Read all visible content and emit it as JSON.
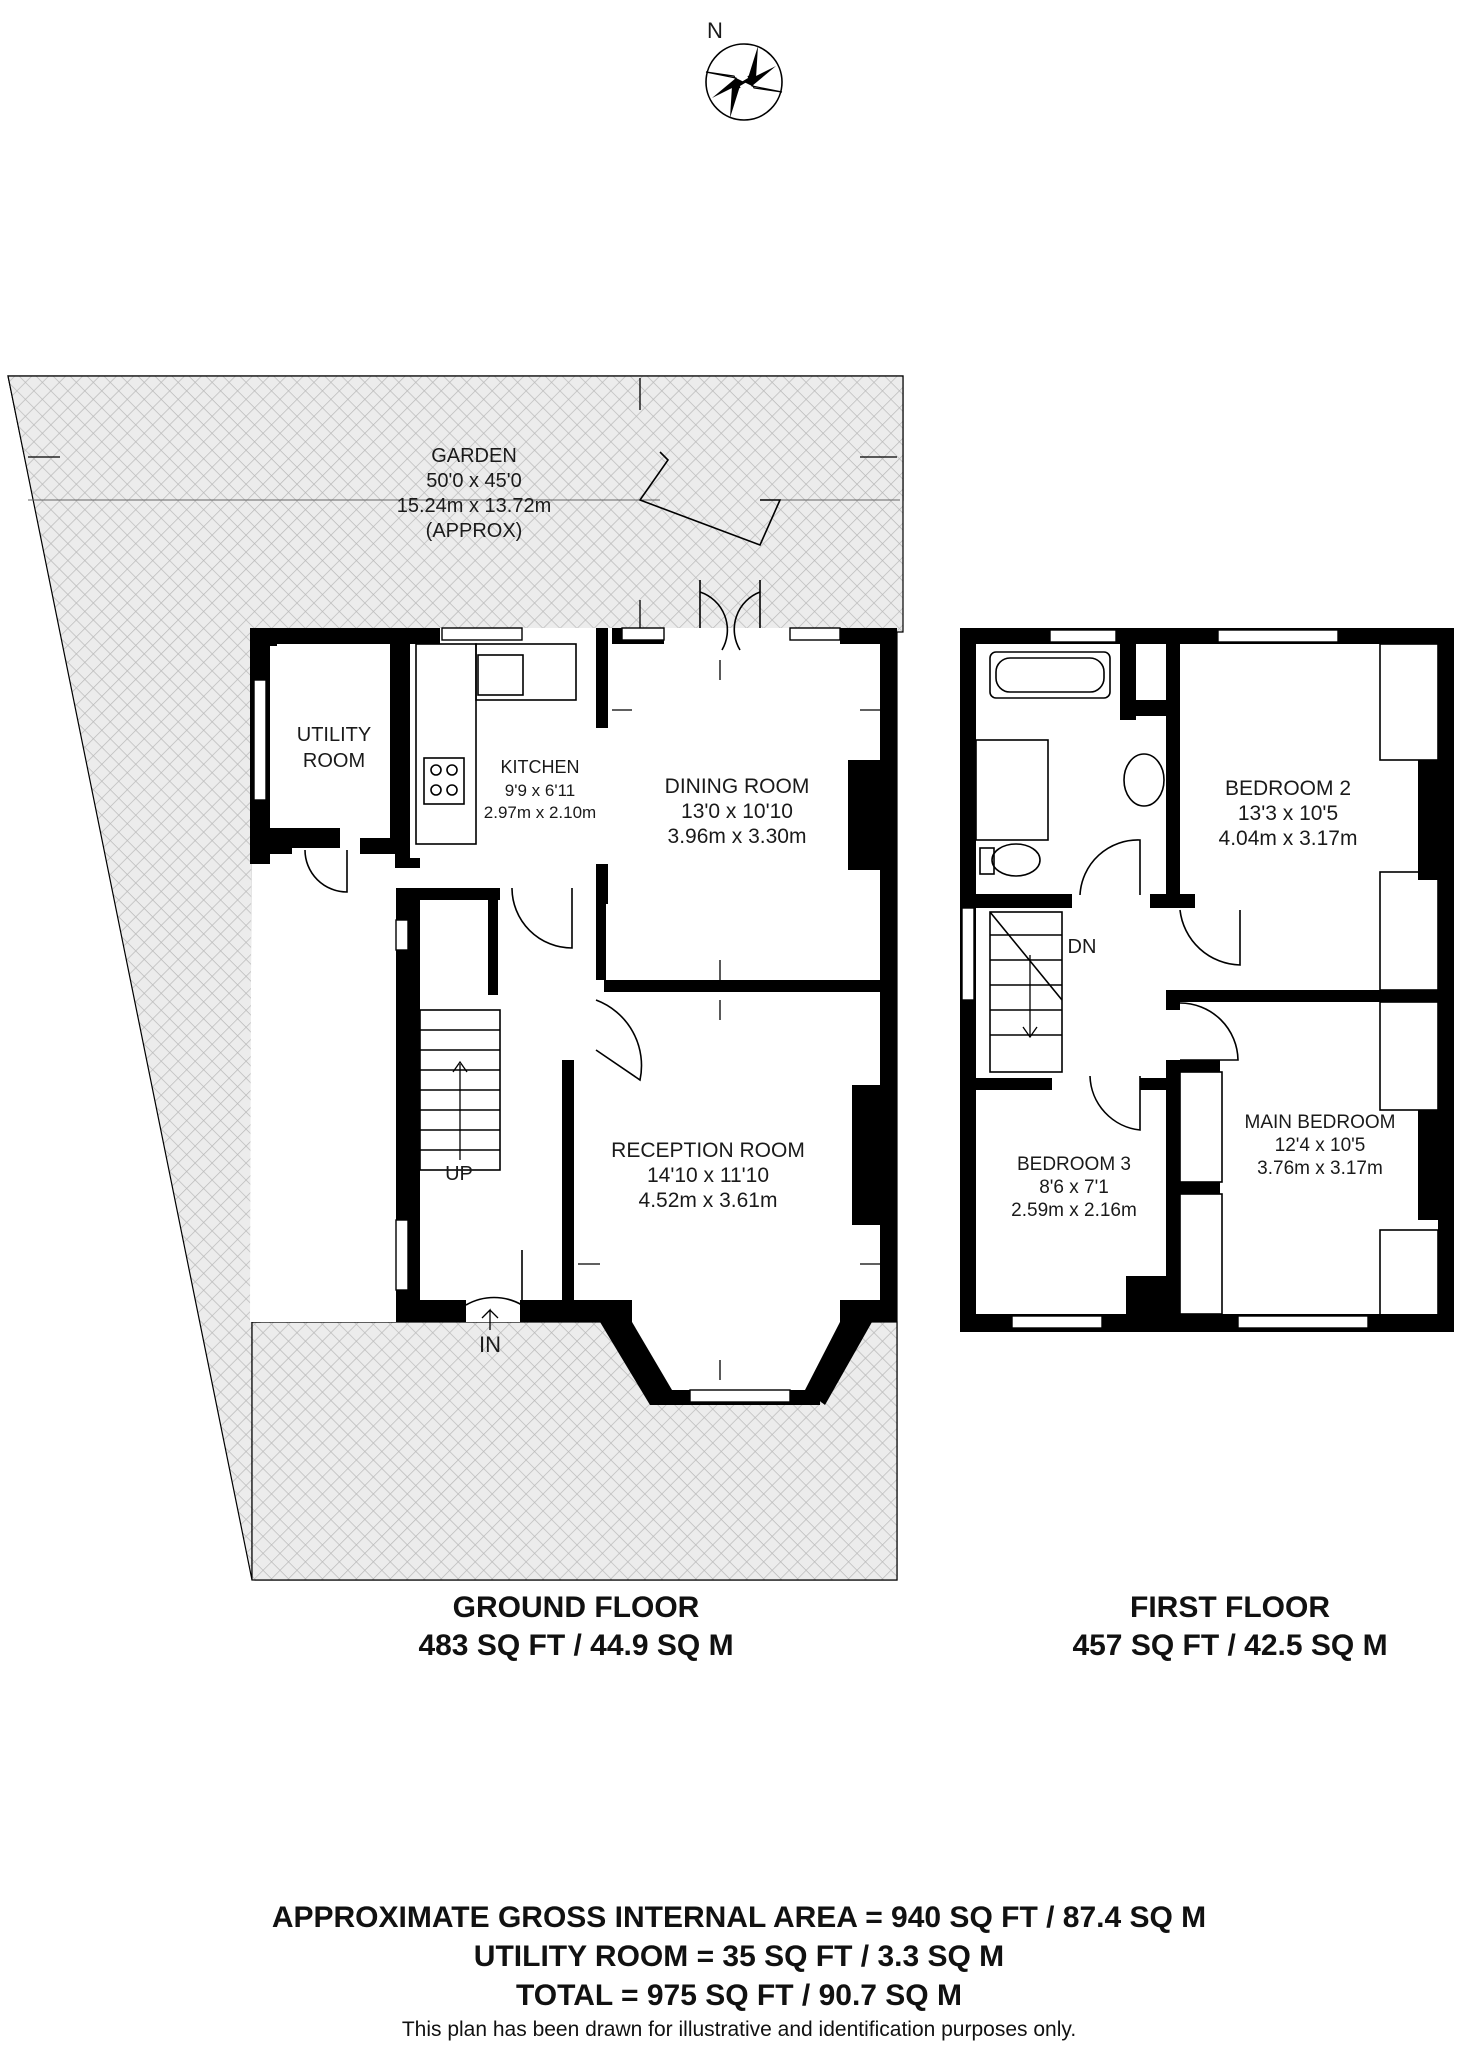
{
  "compass": {
    "label": "N",
    "icon": "north-arrow-icon"
  },
  "ground_floor": {
    "title": "GROUND FLOOR",
    "area": "483 SQ FT / 44.9 SQ M",
    "rooms": {
      "garden": {
        "name": "GARDEN",
        "imperial": "50'0 x 45'0",
        "metric": "15.24m x 13.72m",
        "note": "(APPROX)"
      },
      "utility": {
        "name_line1": "UTILITY",
        "name_line2": "ROOM"
      },
      "kitchen": {
        "name": "KITCHEN",
        "imperial": "9'9 x 6'11",
        "metric": "2.97m x 2.10m"
      },
      "dining": {
        "name": "DINING ROOM",
        "imperial": "13'0 x 10'10",
        "metric": "3.96m x 3.30m"
      },
      "reception": {
        "name": "RECEPTION ROOM",
        "imperial": "14'10 x 11'10",
        "metric": "4.52m x 3.61m"
      }
    },
    "stairs_label": "UP",
    "entrance_label": "IN"
  },
  "first_floor": {
    "title": "FIRST FLOOR",
    "area": "457 SQ FT / 42.5 SQ M",
    "rooms": {
      "bedroom2": {
        "name": "BEDROOM 2",
        "imperial": "13'3 x 10'5",
        "metric": "4.04m x 3.17m"
      },
      "main_bedroom": {
        "name": "MAIN BEDROOM",
        "imperial": "12'4 x 10'5",
        "metric": "3.76m x 3.17m"
      },
      "bedroom3": {
        "name": "BEDROOM 3",
        "imperial": "8'6 x 7'1",
        "metric": "2.59m x 2.16m"
      }
    },
    "stairs_label": "DN"
  },
  "summary": {
    "gross_area": "APPROXIMATE GROSS INTERNAL AREA = 940 SQ FT / 87.4 SQ M",
    "utility_area": "UTILITY ROOM = 35 SQ FT / 3.3 SQ M",
    "total": "TOTAL = 975 SQ FT / 90.7 SQ M",
    "disclaimer": "This plan has been drawn for illustrative and identification purposes only."
  }
}
